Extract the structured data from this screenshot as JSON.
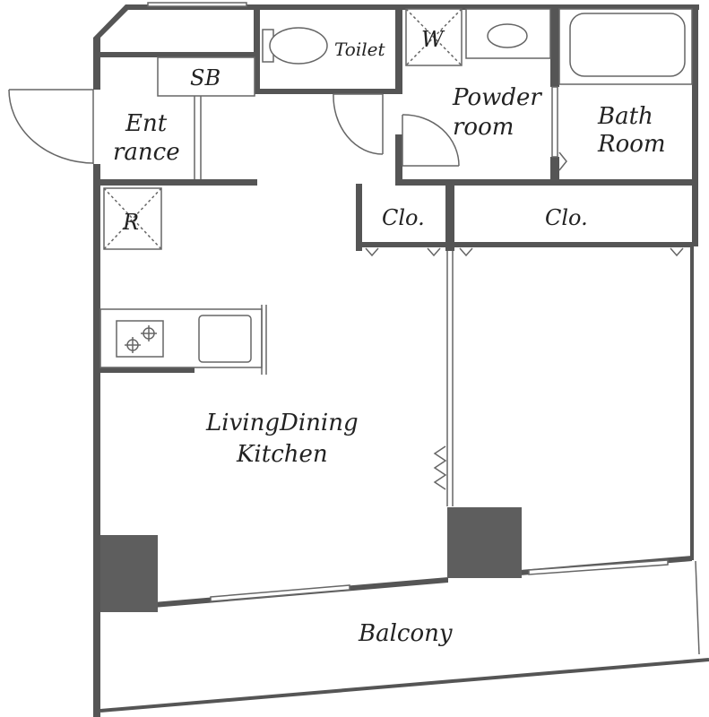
{
  "plan": {
    "rooms": {
      "toilet": "Toilet",
      "washer": "W",
      "powder_line1": "Powder",
      "powder_line2": "room",
      "bath_line1": "Bath",
      "bath_line2": "Room",
      "shoe_box": "SB",
      "entrance_line1": "Ent",
      "entrance_line2": "rance",
      "fridge": "R",
      "closet_left": "Clo.",
      "closet_right": "Clo.",
      "ldk_line1": "LivingDining",
      "ldk_line2": "Kitchen",
      "balcony": "Balcony"
    },
    "colors": {
      "wall": "#555555",
      "column": "#5e5e5e",
      "background": "#ffffff"
    }
  }
}
